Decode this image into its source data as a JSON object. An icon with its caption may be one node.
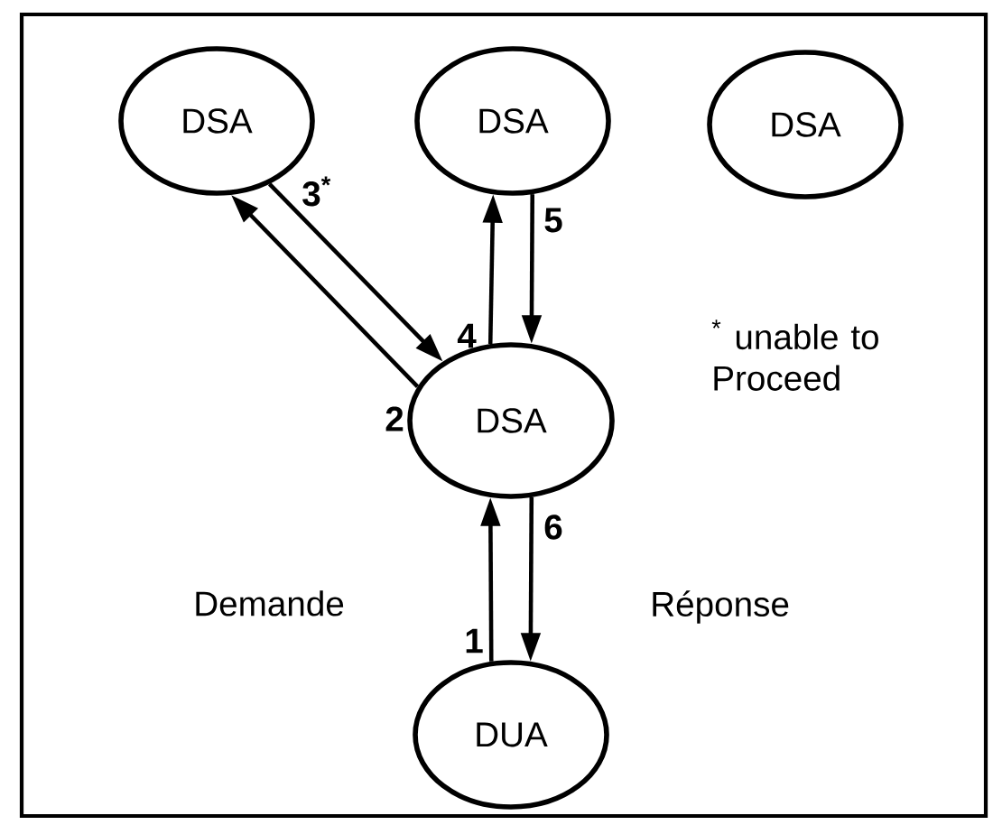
{
  "diagram": {
    "nodes": [
      {
        "text": [
          "DSA"
        ]
      },
      {
        "text": [
          "DSA"
        ]
      },
      {
        "text": [
          "DSA"
        ]
      },
      {
        "text": [
          "DSA"
        ]
      },
      {
        "text": [
          "DUA"
        ]
      }
    ],
    "edges": [
      {
        "from": 3,
        "to": 0,
        "arrow": "to",
        "label": "2"
      },
      {
        "from": 0,
        "to": 3,
        "arrow": "to",
        "label": "3$^{*}$"
      },
      {
        "from": 3,
        "to": 1,
        "arrow": "to",
        "label": "4"
      },
      {
        "from": 1,
        "to": 3,
        "arrow": "to",
        "label": "5"
      },
      {
        "from": 4,
        "to": 3,
        "arrow": "to",
        "label": "1"
      },
      {
        "from": 3,
        "to": 4,
        "arrow": "to",
        "label": "6"
      }
    ],
    "labels": [
      "$^{*}$ unable to Proceed",
      "Demande",
      "Réponse"
    ]
  }
}
